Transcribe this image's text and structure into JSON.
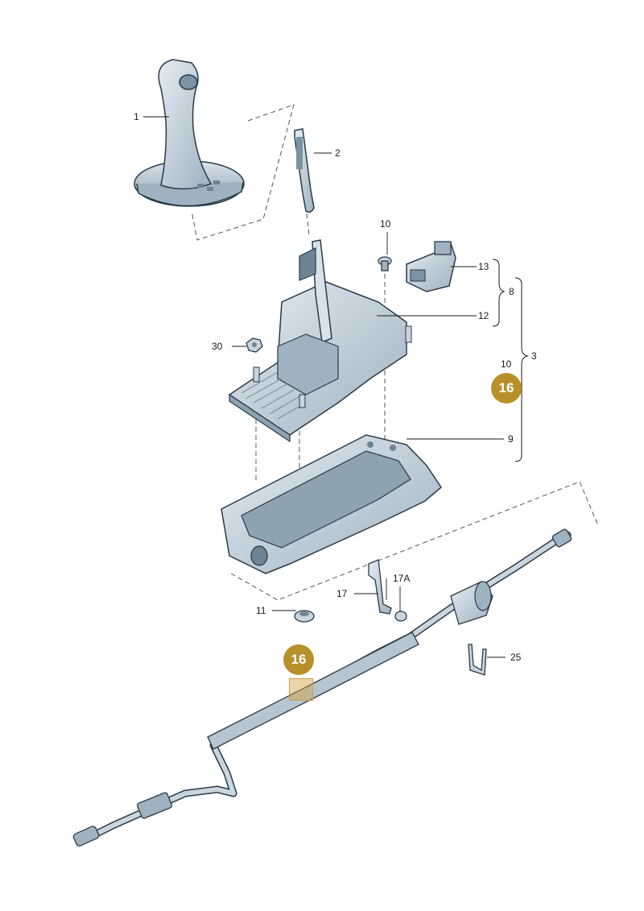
{
  "labels": {
    "p1": "1",
    "p2": "2",
    "p10a": "10",
    "p13": "13",
    "p8": "8",
    "p12": "12",
    "p3": "3",
    "p10b": "10",
    "p30": "30",
    "p9": "9",
    "p17A": "17A",
    "p17": "17",
    "p11": "11",
    "p25": "25"
  },
  "callouts": {
    "right": "16",
    "cable": "16"
  },
  "colors": {
    "part_fill": "#c9d6e0",
    "part_dark": "#6e8494",
    "outline": "#2a3a48",
    "callout": "#b8902a",
    "highlight": "#d2a03c"
  }
}
